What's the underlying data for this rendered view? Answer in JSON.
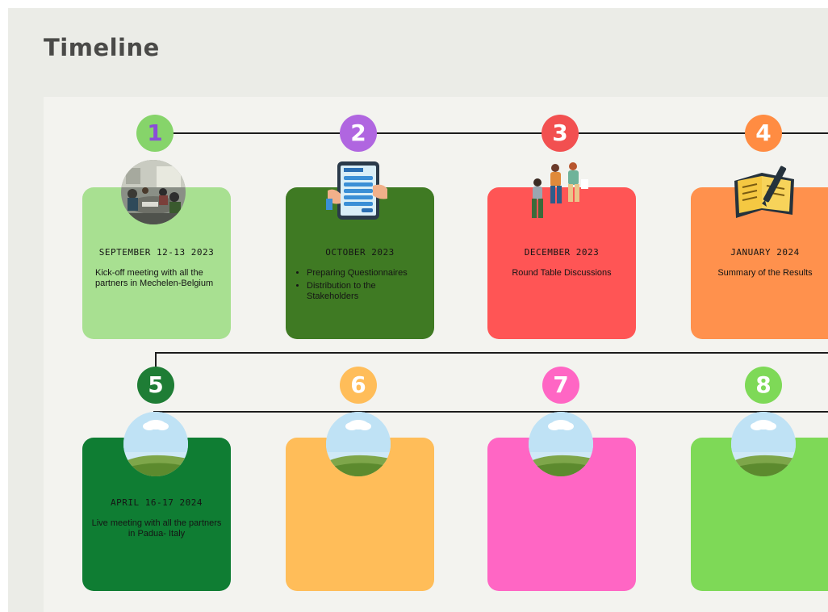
{
  "page": {
    "title": "Timeline"
  },
  "milestones": [
    {
      "number": "1",
      "date": "SEPTEMBER 12-13 2023",
      "description": "Kick-off meeting with all the partners in Mechelen-Belgium",
      "node_color": "#86d46a",
      "card_color": "#a8e091",
      "number_color": "#8a4cd8"
    },
    {
      "number": "2",
      "date": "OCTOBER 2023",
      "bullets": [
        "Preparing Questionnaires",
        "Distribution to the Stakeholders"
      ],
      "node_color": "#b066e0",
      "card_color": "#3f7a23"
    },
    {
      "number": "3",
      "date": "DECEMBER 2023",
      "description": "Round Table Discussions",
      "node_color": "#f25050",
      "card_color": "#ff5555"
    },
    {
      "number": "4",
      "date": "JANUARY 2024",
      "description": "Summary of the Results",
      "node_color": "#ff8c42",
      "card_color": "#ff914d"
    },
    {
      "number": "5",
      "date": "APRIL 16-17 2024",
      "description": "Live meeting with all the partners in Padua- Italy",
      "node_color": "#1e7d35",
      "card_color": "#0f7d33"
    },
    {
      "number": "6",
      "date": "",
      "description": "",
      "node_color": "#ffbd59",
      "card_color": "#ffbd59"
    },
    {
      "number": "7",
      "date": "",
      "description": "",
      "node_color": "#ff66c4",
      "card_color": "#ff66c4"
    },
    {
      "number": "8",
      "date": "",
      "description": "",
      "node_color": "#7ed957",
      "card_color": "#7ed957"
    }
  ],
  "icons": {
    "m1": "meeting-photo",
    "m2": "questionnaire-tablet-icon",
    "m3": "discussion-people-icon",
    "m4": "notebook-pen-icon",
    "m5": "landscape-placeholder-icon",
    "m6": "landscape-placeholder-icon",
    "m7": "landscape-placeholder-icon",
    "m8": "landscape-placeholder-icon"
  }
}
